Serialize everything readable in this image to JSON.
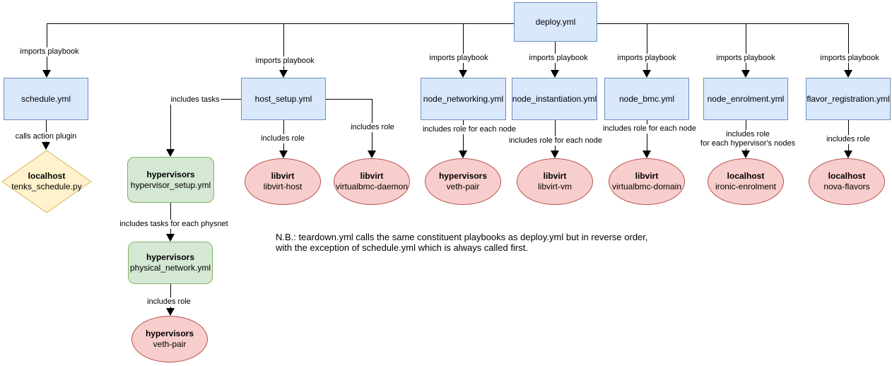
{
  "colors": {
    "playbook_fill": "#dae8fc",
    "playbook_border": "#6c8ebf",
    "tasks_fill": "#d5e8d4",
    "tasks_border": "#82b366",
    "role_fill": "#f8cecc",
    "role_border": "#b85450",
    "plugin_fill": "#fff2cc",
    "plugin_border": "#d6b656",
    "connector": "#000000"
  },
  "nodes": {
    "deploy": {
      "title": "deploy.yml"
    },
    "schedule": {
      "title": "schedule.yml"
    },
    "host_setup": {
      "title": "host_setup.yml"
    },
    "node_networking": {
      "title": "node_networking.yml"
    },
    "node_instantiation": {
      "title": "node_instantiation.yml"
    },
    "node_bmc": {
      "title": "node_bmc.yml"
    },
    "node_enrolment": {
      "title": "node_enrolment.yml"
    },
    "flavor_registration": {
      "title": "flavor_registration.yml"
    },
    "hypervisor_setup": {
      "group": "hypervisors",
      "file": "hypervisor_setup.yml"
    },
    "physical_network": {
      "group": "hypervisors",
      "file": "physical_network.yml"
    },
    "tenks_schedule": {
      "group": "localhost",
      "file": "tenks_schedule.py"
    },
    "libvirt_host": {
      "group": "libvirt",
      "name": "libvirt-host"
    },
    "virtualbmc_daemon": {
      "group": "libvirt",
      "name": "virtualbmc-daemon"
    },
    "veth_pair_node": {
      "group": "hypervisors",
      "name": "veth-pair"
    },
    "libvirt_vm": {
      "group": "libvirt",
      "name": "libvirt-vm"
    },
    "virtualbmc_domain": {
      "group": "libvirt",
      "name": "virtualbmc-domain"
    },
    "ironic_enrolment": {
      "group": "localhost",
      "name": "ironic-enrolment"
    },
    "nova_flavors": {
      "group": "localhost",
      "name": "nova-flavors"
    },
    "veth_pair_physnet": {
      "group": "hypervisors",
      "name": "veth-pair"
    }
  },
  "edge_labels": {
    "imports_playbook": "imports playbook",
    "calls_action_plugin": "calls action plugin",
    "includes_tasks": "includes tasks",
    "includes_role": "includes role",
    "includes_role_each_node": "includes role for each node",
    "includes_role_hyp_line1": "includes role",
    "includes_role_hyp_line2": "for each hypervisor's nodes",
    "includes_tasks_each_physnet": "includes tasks for each physnet"
  },
  "note": {
    "line1": "N.B.: teardown.yml calls the same constituent playbooks as deploy.yml but in reverse order,",
    "line2": "with the exception of schedule.yml which is always called first."
  }
}
